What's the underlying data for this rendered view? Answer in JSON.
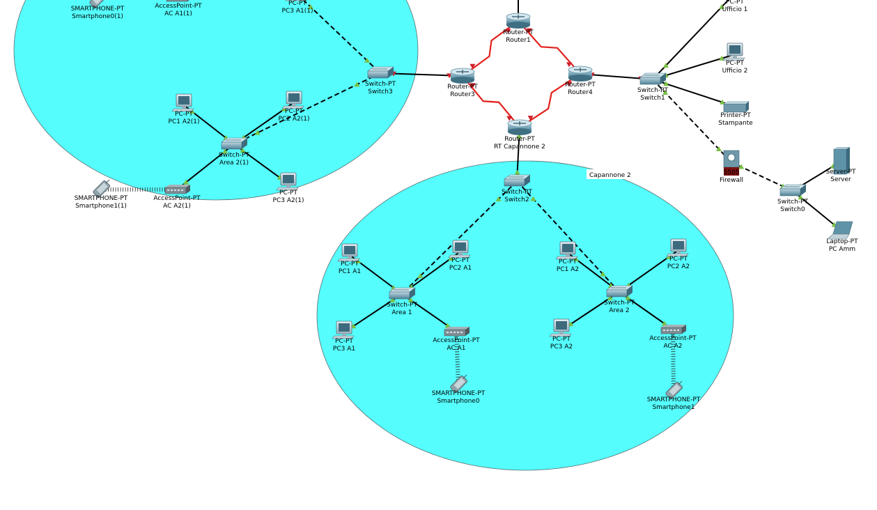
{
  "areas": [
    {
      "id": "area-top",
      "label": ""
    },
    {
      "id": "capannone-2",
      "label": "Capannone 2"
    }
  ],
  "devices": [
    {
      "id": "sp0_1",
      "icon": "smartphone-icon",
      "label": [
        "SMARTPHONE-PT",
        "Smartphone0(1)"
      ]
    },
    {
      "id": "apa1_1",
      "icon": "access-point-icon",
      "label": [
        "AccessPoint-PT",
        "AC A1(1)"
      ]
    },
    {
      "id": "pc3a1_1",
      "icon": "pc-icon",
      "label": [
        "PC-PT",
        "PC3 A1(1)"
      ]
    },
    {
      "id": "switch3",
      "icon": "switch-icon",
      "label": [
        "Switch-PT",
        "Switch3"
      ]
    },
    {
      "id": "pc1a2_1",
      "icon": "pc-icon",
      "label": [
        "PC-PT",
        "PC1 A2(1)"
      ]
    },
    {
      "id": "pc2a2_1",
      "icon": "pc-icon",
      "label": [
        "PC-PT",
        "PC2 A2(1)"
      ]
    },
    {
      "id": "area2_1",
      "icon": "switch-icon",
      "label": [
        "Switch-PT",
        "Area 2(1)"
      ]
    },
    {
      "id": "sp1_1",
      "icon": "smartphone-icon",
      "label": [
        "SMARTPHONE-PT",
        "Smartphone1(1)"
      ]
    },
    {
      "id": "apa2_1",
      "icon": "access-point-icon",
      "label": [
        "AccessPoint-PT",
        "AC A2(1)"
      ]
    },
    {
      "id": "pc3a2_1",
      "icon": "pc-icon",
      "label": [
        "PC-PT",
        "PC3 A2(1)"
      ]
    },
    {
      "id": "router1",
      "icon": "router-icon",
      "label": [
        "Router-PT",
        "Router1"
      ]
    },
    {
      "id": "router3",
      "icon": "router-icon",
      "label": [
        "Router-PT",
        "Router3"
      ]
    },
    {
      "id": "router4",
      "icon": "router-icon",
      "label": [
        "Router-PT",
        "Router4"
      ]
    },
    {
      "id": "rtcap2",
      "icon": "router-icon",
      "label": [
        "Router-PT",
        "RT Capannone 2"
      ]
    },
    {
      "id": "switch1",
      "icon": "switch-icon",
      "label": [
        "Switch-PT",
        "Switch1"
      ]
    },
    {
      "id": "ufficio1",
      "icon": "pc-icon",
      "label": [
        "PC-PT",
        "Ufficio 1"
      ]
    },
    {
      "id": "ufficio2",
      "icon": "pc-icon",
      "label": [
        "PC-PT",
        "Ufficio 2"
      ]
    },
    {
      "id": "stampante",
      "icon": "printer-icon",
      "label": [
        "Printer-PT",
        "Stampante"
      ]
    },
    {
      "id": "firewall",
      "icon": "firewall-icon",
      "label": [
        "5505",
        "Firewall"
      ]
    },
    {
      "id": "switch0",
      "icon": "switch-icon",
      "label": [
        "Switch-PT",
        "Switch0"
      ]
    },
    {
      "id": "server",
      "icon": "server-icon",
      "label": [
        "Server-PT",
        "Server"
      ]
    },
    {
      "id": "pcamm",
      "icon": "laptop-icon",
      "label": [
        "Laptop-PT",
        "PC Amm"
      ]
    },
    {
      "id": "switch2",
      "icon": "switch-icon",
      "label": [
        "Switch-PT",
        "Switch2"
      ]
    },
    {
      "id": "pc1a1",
      "icon": "pc-icon",
      "label": [
        "PC-PT",
        "PC1 A1"
      ]
    },
    {
      "id": "pc2a1",
      "icon": "pc-icon",
      "label": [
        "PC-PT",
        "PC2 A1"
      ]
    },
    {
      "id": "area1",
      "icon": "switch-icon",
      "label": [
        "Switch-PT",
        "Area 1"
      ]
    },
    {
      "id": "pc3a1",
      "icon": "pc-icon",
      "label": [
        "PC-PT",
        "PC3 A1"
      ]
    },
    {
      "id": "aca1",
      "icon": "access-point-icon",
      "label": [
        "AccessPoint-PT",
        "AC A1"
      ]
    },
    {
      "id": "sp0",
      "icon": "smartphone-icon",
      "label": [
        "SMARTPHONE-PT",
        "Smartphone0"
      ]
    },
    {
      "id": "pc1a2",
      "icon": "pc-icon",
      "label": [
        "PC-PT",
        "PC1 A2"
      ]
    },
    {
      "id": "pc2a2",
      "icon": "pc-icon",
      "label": [
        "PC-PT",
        "PC2 A2"
      ]
    },
    {
      "id": "area2",
      "icon": "switch-icon",
      "label": [
        "Switch-PT",
        "Area 2"
      ]
    },
    {
      "id": "pc3a2",
      "icon": "pc-icon",
      "label": [
        "PC-PT",
        "PC3 A2"
      ]
    },
    {
      "id": "aca2",
      "icon": "access-point-icon",
      "label": [
        "AccessPoint-PT",
        "AC A2"
      ]
    },
    {
      "id": "sp1",
      "icon": "smartphone-icon",
      "label": [
        "SMARTPHONE-PT",
        "Smartphone1"
      ]
    }
  ],
  "links": [
    {
      "a": "pc3a1_1",
      "b": "switch3",
      "style": "dashed-black"
    },
    {
      "a": "switch3",
      "b": "area2_1",
      "style": "dashed-black"
    },
    {
      "a": "switch3",
      "b": "router3",
      "style": "solid-black"
    },
    {
      "a": "pc1a2_1",
      "b": "area2_1",
      "style": "solid-black"
    },
    {
      "a": "pc2a2_1",
      "b": "area2_1",
      "style": "solid-black"
    },
    {
      "a": "area2_1",
      "b": "pc3a2_1",
      "style": "solid-black"
    },
    {
      "a": "area2_1",
      "b": "apa2_1",
      "style": "solid-black"
    },
    {
      "a": "sp1_1",
      "b": "apa2_1",
      "style": "wireless"
    },
    {
      "a": "router3",
      "b": "router1",
      "style": "serial-red"
    },
    {
      "a": "router1",
      "b": "router4",
      "style": "serial-red"
    },
    {
      "a": "router3",
      "b": "rtcap2",
      "style": "serial-red"
    },
    {
      "a": "router4",
      "b": "rtcap2",
      "style": "serial-red"
    },
    {
      "a": "router4",
      "b": "switch1",
      "style": "solid-black"
    },
    {
      "a": "switch1",
      "b": "ufficio1",
      "style": "solid-black"
    },
    {
      "a": "switch1",
      "b": "ufficio2",
      "style": "solid-black"
    },
    {
      "a": "switch1",
      "b": "stampante",
      "style": "solid-black"
    },
    {
      "a": "switch1",
      "b": "firewall",
      "style": "dashed-black"
    },
    {
      "a": "firewall",
      "b": "switch0",
      "style": "dashed-black"
    },
    {
      "a": "switch0",
      "b": "server",
      "style": "solid-black"
    },
    {
      "a": "switch0",
      "b": "pcamm",
      "style": "solid-black"
    },
    {
      "a": "rtcap2",
      "b": "switch2",
      "style": "solid-black"
    },
    {
      "a": "switch2",
      "b": "area1",
      "style": "dashed-black"
    },
    {
      "a": "switch2",
      "b": "area2",
      "style": "dashed-black"
    },
    {
      "a": "pc1a1",
      "b": "area1",
      "style": "solid-black"
    },
    {
      "a": "pc2a1",
      "b": "area1",
      "style": "solid-black"
    },
    {
      "a": "area1",
      "b": "pc3a1",
      "style": "solid-black"
    },
    {
      "a": "area1",
      "b": "aca1",
      "style": "solid-black"
    },
    {
      "a": "aca1",
      "b": "sp0",
      "style": "wireless"
    },
    {
      "a": "pc1a2",
      "b": "area2",
      "style": "solid-black"
    },
    {
      "a": "pc2a2",
      "b": "area2",
      "style": "solid-black"
    },
    {
      "a": "area2",
      "b": "pc3a2",
      "style": "solid-black"
    },
    {
      "a": "area2",
      "b": "aca2",
      "style": "solid-black"
    },
    {
      "a": "aca2",
      "b": "sp1",
      "style": "wireless"
    }
  ],
  "colors": {
    "area_fill": "#55fdfd",
    "area_stroke": "#5a6d6d",
    "serial": "#e2201c",
    "link": "#000000",
    "link_up": "#79c142",
    "link_down": "#d0202a",
    "device": "#5f93a8",
    "device_dark": "#3d6b7d"
  }
}
